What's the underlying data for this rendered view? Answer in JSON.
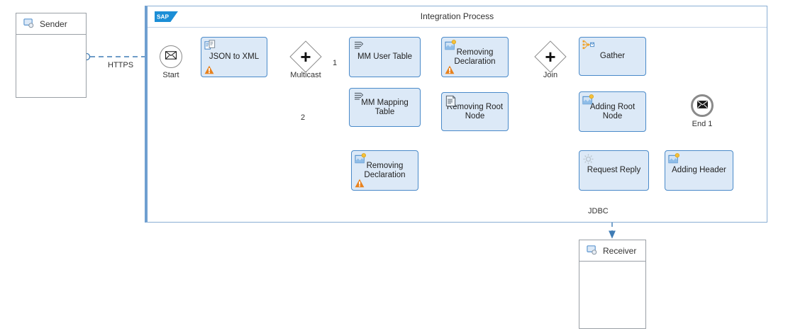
{
  "diagram": {
    "type": "bpmn-integration-flow",
    "tool": "SAP Cloud Integration",
    "process_title": "Integration Process",
    "logo_text": "SAP"
  },
  "participants": [
    {
      "id": "sender",
      "label": "Sender",
      "icon": "participant-icon"
    },
    {
      "id": "receiver",
      "label": "Receiver",
      "icon": "participant-icon"
    }
  ],
  "events": [
    {
      "id": "start",
      "label": "Start",
      "icon": "message-envelope-icon",
      "kind": "message-start-event"
    },
    {
      "id": "end1",
      "label": "End 1",
      "icon": "message-envelope-icon",
      "kind": "message-end-event"
    }
  ],
  "gateways": [
    {
      "id": "multicast",
      "label": "Multicast",
      "kind": "parallel-gateway",
      "symbol": "+"
    },
    {
      "id": "join",
      "label": "Join",
      "kind": "parallel-gateway",
      "symbol": "+"
    }
  ],
  "tasks": [
    {
      "id": "json-to-xml",
      "label": "JSON to XML",
      "icon": "converter-icon",
      "warning": true
    },
    {
      "id": "mm-user-table",
      "label": "MM User Table",
      "icon": "message-mapping-icon",
      "warning": false
    },
    {
      "id": "removing-declaration-top",
      "label": "Removing\nDeclaration",
      "icon": "xslt-mapping-icon",
      "warning": true
    },
    {
      "id": "mm-mapping-table",
      "label": "MM Mapping\nTable",
      "icon": "message-mapping-icon",
      "warning": false
    },
    {
      "id": "removing-declaration-bottom",
      "label": "Removing\nDeclaration",
      "icon": "xslt-mapping-icon",
      "warning": true
    },
    {
      "id": "removing-root-node",
      "label": "Removing Root\nNode",
      "icon": "script-icon",
      "warning": false
    },
    {
      "id": "gather",
      "label": "Gather",
      "icon": "gather-icon",
      "warning": false
    },
    {
      "id": "adding-root-node",
      "label": "Adding Root\nNode",
      "icon": "xslt-mapping-icon",
      "warning": false
    },
    {
      "id": "request-reply",
      "label": "Request Reply",
      "icon": "gear-icon",
      "warning": false
    },
    {
      "id": "adding-header",
      "label": "Adding Header",
      "icon": "xslt-mapping-icon",
      "warning": false
    }
  ],
  "edge_labels": [
    {
      "id": "https",
      "label": "HTTPS"
    },
    {
      "id": "branch-1",
      "label": "1"
    },
    {
      "id": "branch-2",
      "label": "2"
    },
    {
      "id": "jdbc",
      "label": "JDBC"
    }
  ],
  "colors": {
    "task_fill": "#dce9f7",
    "task_border": "#4a8ac9",
    "pool_border": "#9aa0a6",
    "process_border": "#8aaed4",
    "process_accent": "#6f9fd0",
    "connector": "#4a7fb5",
    "warning": "#e8821e",
    "sap_blue": "#1b8ed6",
    "event_border": "#8a8a8a"
  }
}
